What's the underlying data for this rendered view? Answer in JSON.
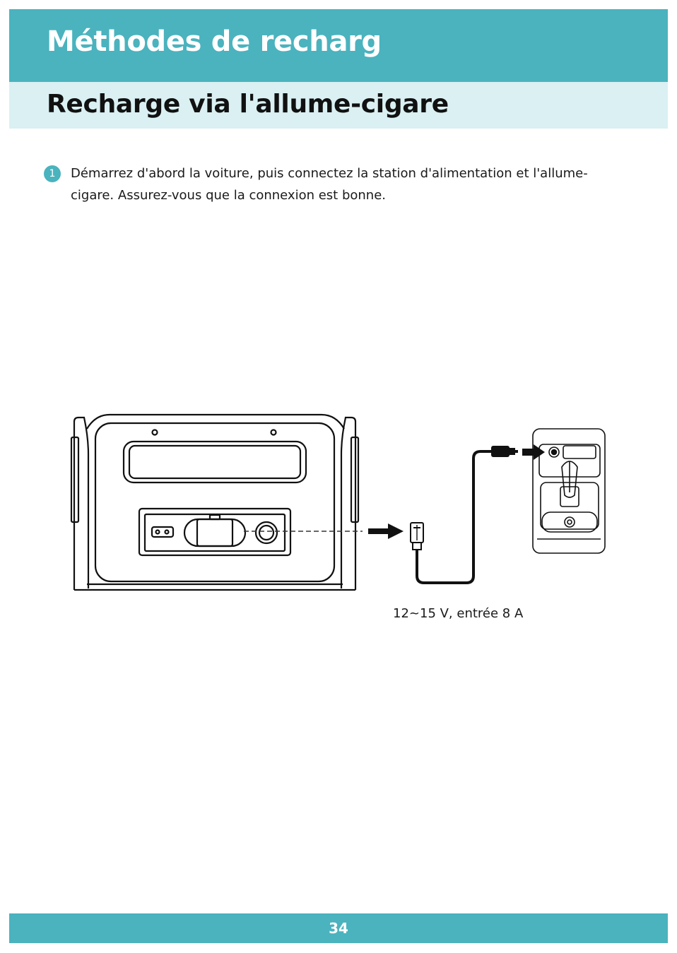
{
  "header": {
    "title": "Méthodes de recharg"
  },
  "section": {
    "title": "Recharge via l'allume-cigare"
  },
  "steps": [
    {
      "number": "1",
      "text": "Démarrez d'abord la voiture, puis connectez la station d'alimentation et l'allume-cigare. Assurez-vous que la connexion est bonne."
    }
  ],
  "diagram": {
    "caption": "12~15 V, entrée 8 A",
    "icons": [
      "power-station-illustration",
      "car-charger-cable-illustration",
      "car-console-illustration",
      "arrow-right-icon"
    ]
  },
  "footer": {
    "page_number": "34"
  },
  "colors": {
    "accent": "#4ab3be",
    "accent_light": "#daf0f2"
  }
}
